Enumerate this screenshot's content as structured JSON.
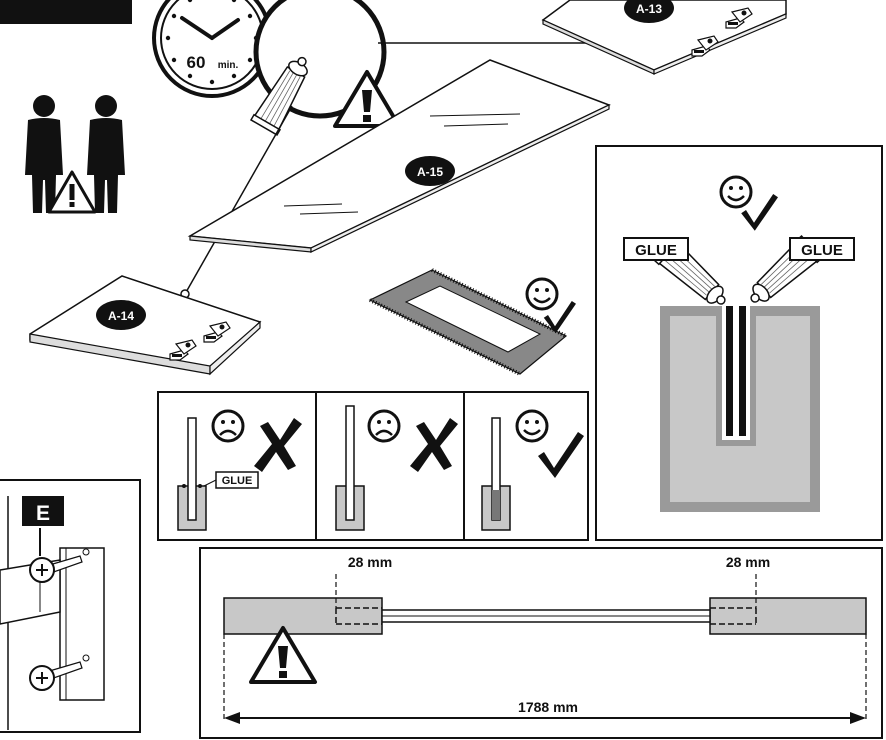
{
  "labels": {
    "a13": "A-13",
    "a14": "A-14",
    "a15": "A-15"
  },
  "timer": {
    "value": "60",
    "unit": "min."
  },
  "glue_panel": {
    "glue_left": "GLUE",
    "glue_right": "GLUE"
  },
  "glue_compare": {
    "glue_label": "GLUE"
  },
  "hardware": {
    "label": "E"
  },
  "dimensions": {
    "left_offset": "28 mm",
    "right_offset": "28 mm",
    "total_length": "1788 mm"
  },
  "colors": {
    "panel_gray": "#c8c8c8",
    "dark_gray": "#9a9a9a",
    "ink": "#111111"
  }
}
